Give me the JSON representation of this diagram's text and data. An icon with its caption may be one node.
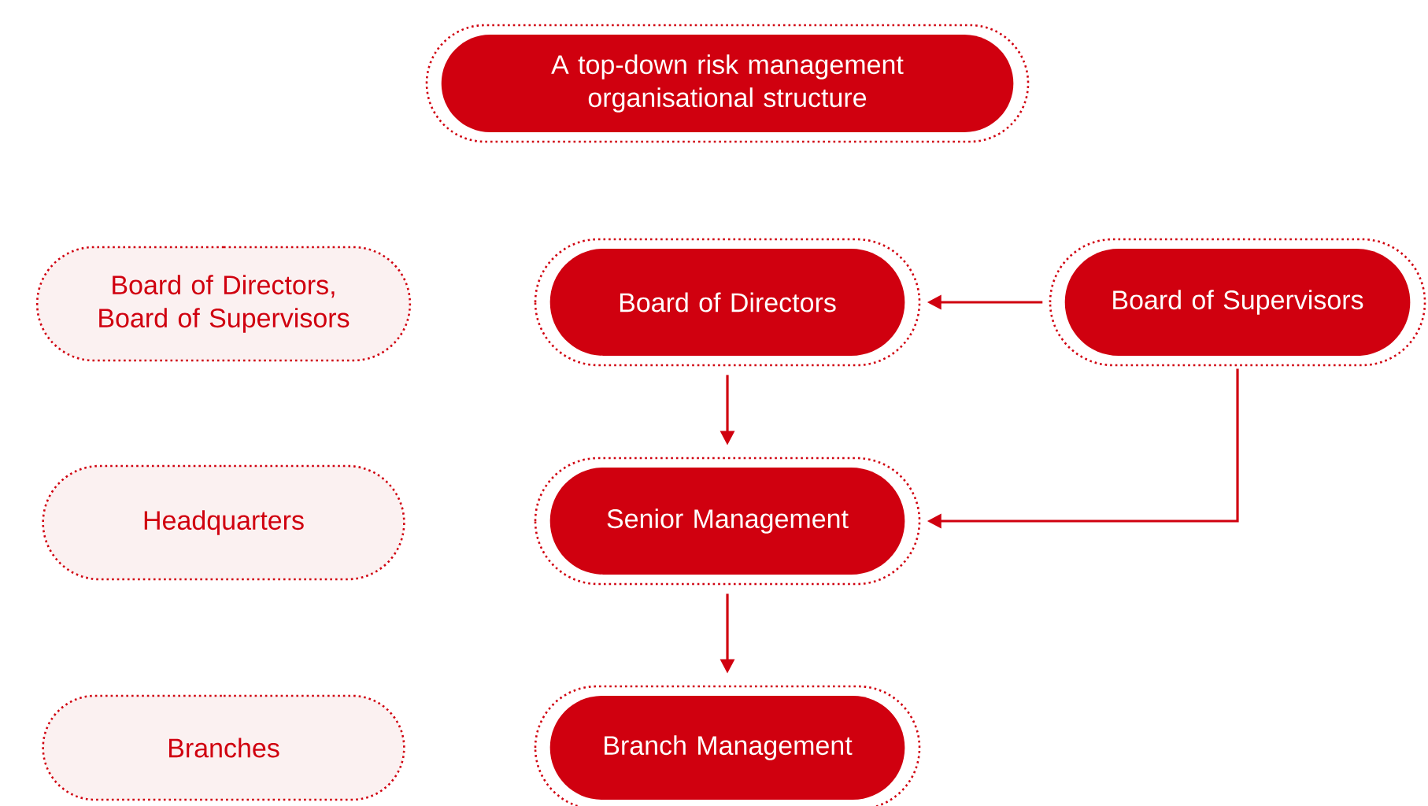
{
  "diagram": {
    "nodes": [
      {
        "text": [
          "A top-down risk management organisational structure"
        ]
      },
      {
        "text": [
          "Board of Directors, Board of Supervisors"
        ]
      },
      {
        "text": [
          "Board of Directors"
        ]
      },
      {
        "text": [
          "Board of Supervisors"
        ]
      },
      {
        "text": [
          "Headquarters"
        ]
      },
      {
        "text": [
          "Senior Management"
        ]
      },
      {
        "text": [
          "Branches"
        ]
      },
      {
        "text": [
          "Branch Management"
        ]
      }
    ],
    "edges": [
      {
        "from": 3,
        "to": 2,
        "arrow": "to"
      },
      {
        "from": 2,
        "to": 5,
        "arrow": "to"
      },
      {
        "from": 3,
        "to": 5,
        "arrow": "to"
      },
      {
        "from": 5,
        "to": 7,
        "arrow": "to"
      }
    ]
  }
}
